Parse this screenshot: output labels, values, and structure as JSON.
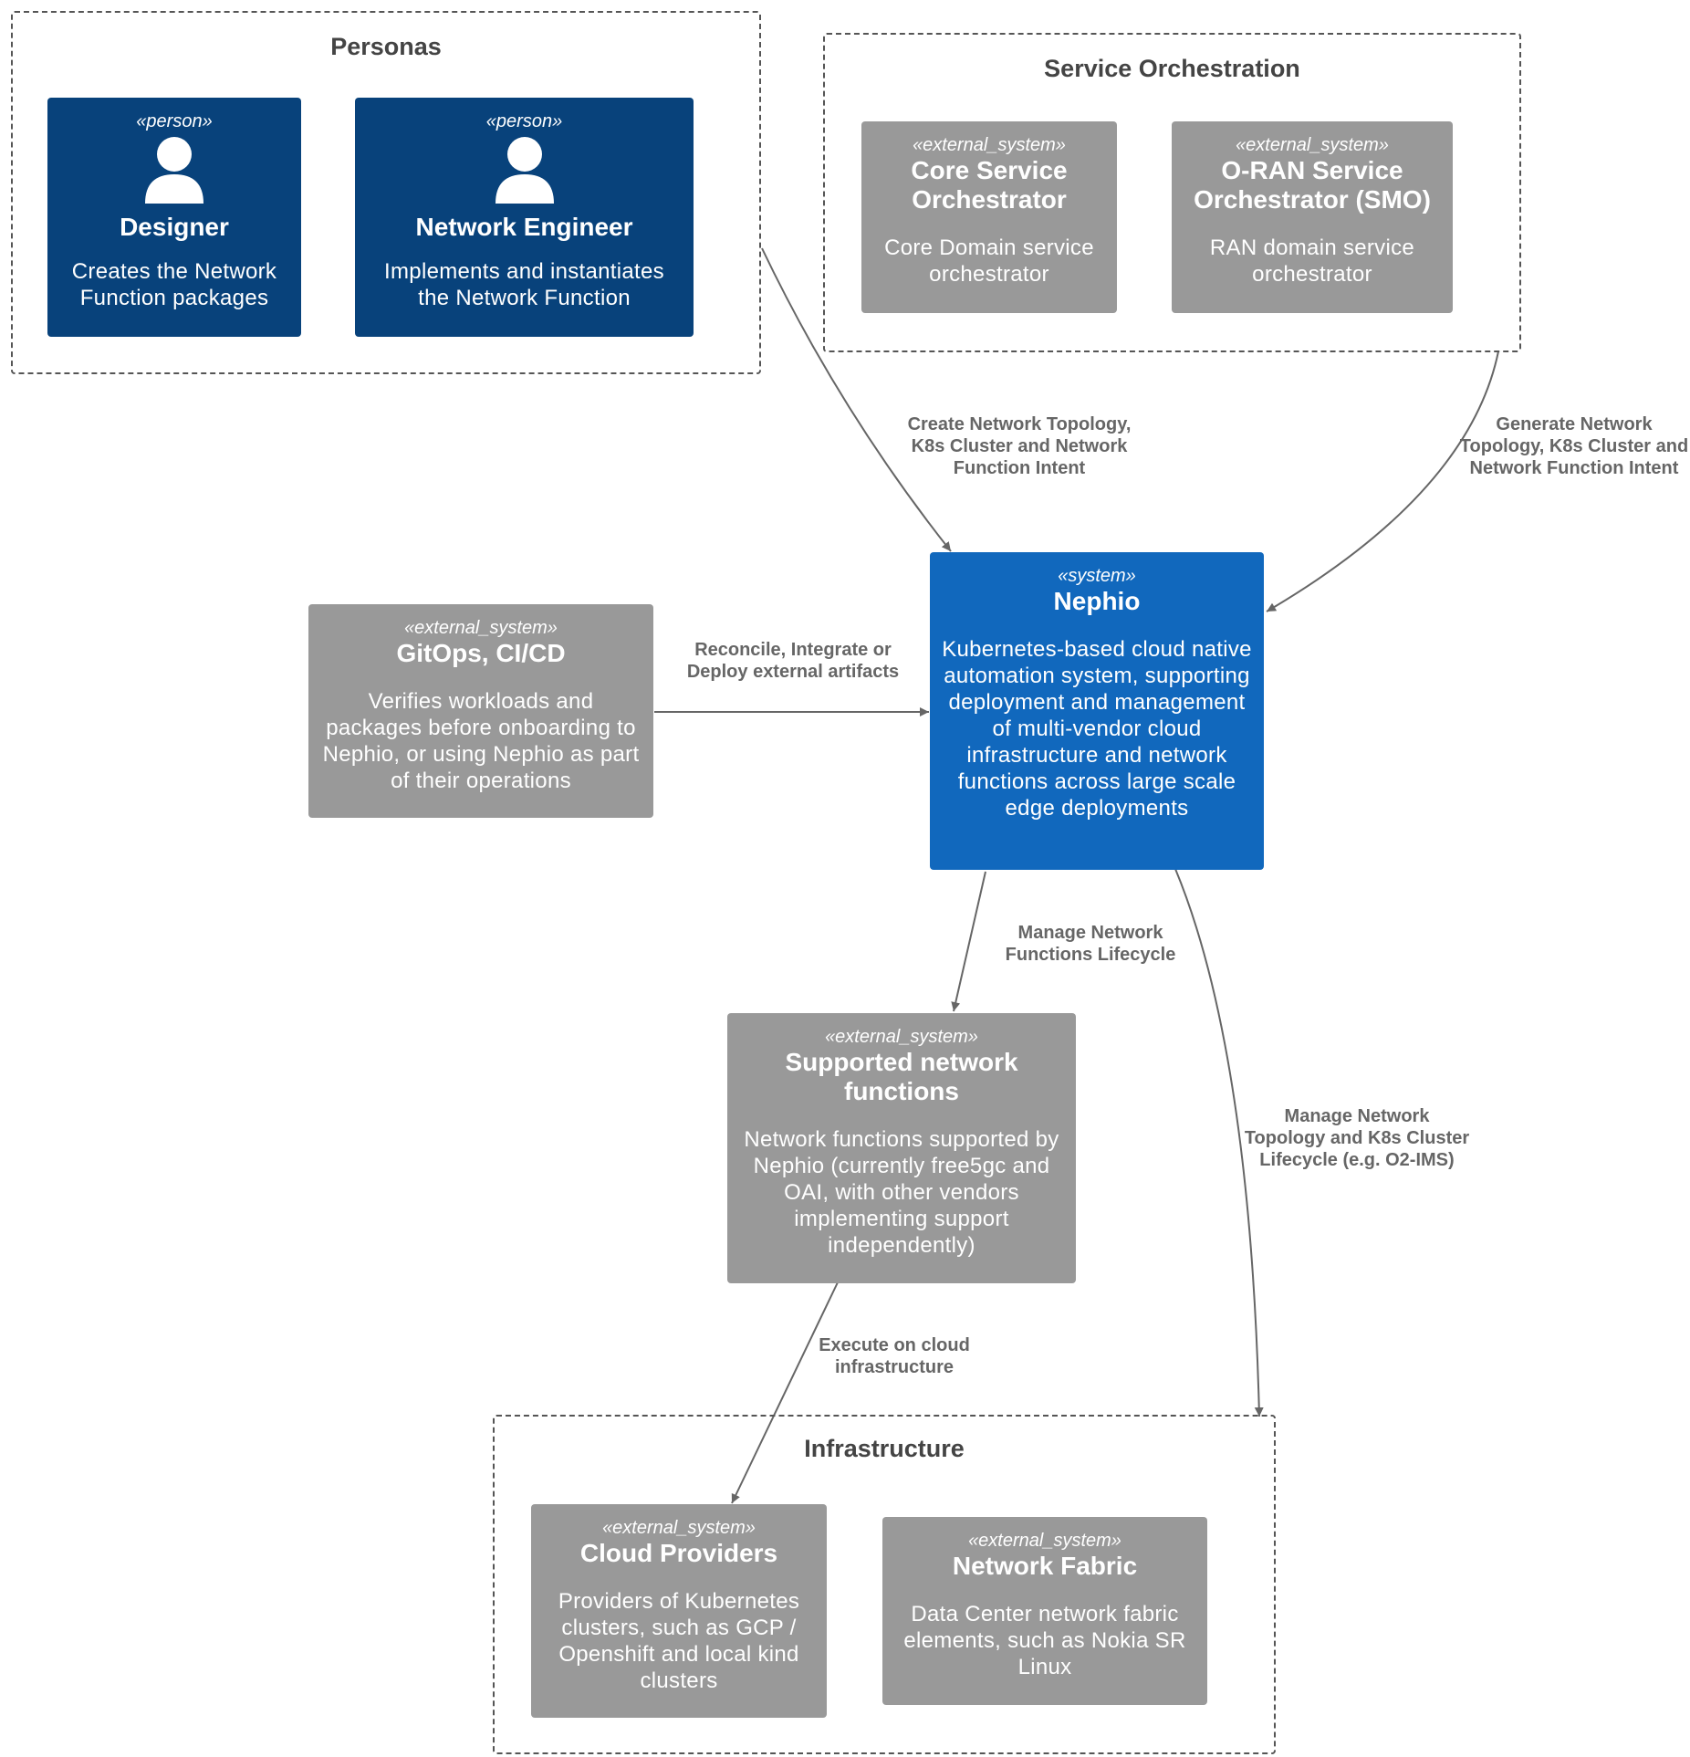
{
  "boundaries": {
    "personas": "Personas",
    "service_orchestration": "Service Orchestration",
    "infrastructure": "Infrastructure"
  },
  "nodes": {
    "designer": {
      "stereotype": "«person»",
      "title": "Designer",
      "description": "Creates the Network Function packages"
    },
    "network_engineer": {
      "stereotype": "«person»",
      "title": "Network Engineer",
      "description": "Implements and instantiates the Network Function"
    },
    "core_so": {
      "stereotype": "«external_system»",
      "title": "Core Service Orchestrator",
      "description": "Core Domain service orchestrator"
    },
    "oran_smo": {
      "stereotype": "«external_system»",
      "title": "O-RAN Service Orchestrator (SMO)",
      "description": "RAN domain service orchestrator"
    },
    "gitops": {
      "stereotype": "«external_system»",
      "title": "GitOps, CI/CD",
      "description": "Verifies workloads and packages before onboarding to Nephio, or using Nephio as part of their operations"
    },
    "nephio": {
      "stereotype": "«system»",
      "title": "Nephio",
      "description": "Kubernetes-based cloud native automation system, supporting deployment and management of multi-vendor cloud infrastructure and network functions across large scale edge deployments"
    },
    "supported_nf": {
      "stereotype": "«external_system»",
      "title": "Supported network functions",
      "description": "Network functions supported by Nephio (currently free5gc and OAI, with other vendors implementing support independently)"
    },
    "cloud_providers": {
      "stereotype": "«external_system»",
      "title": "Cloud Providers",
      "description": "Providers of Kubernetes clusters, such as GCP / Openshift and local kind clusters"
    },
    "network_fabric": {
      "stereotype": "«external_system»",
      "title": "Network Fabric",
      "description": "Data Center network fabric elements, such as Nokia SR Linux"
    }
  },
  "edges": {
    "personas_to_nephio": "Create Network Topology, K8s Cluster and Network Function Intent",
    "so_to_nephio": "Generate Network Topology, K8s Cluster and Network Function Intent",
    "gitops_to_nephio": "Reconcile, Integrate or Deploy external artifacts",
    "nephio_to_nf": "Manage Network Functions Lifecycle",
    "nephio_to_infra": "Manage Network Topology and K8s Cluster Lifecycle (e.g. O2-IMS)",
    "nf_to_cloud": "Execute on cloud infrastructure"
  },
  "colors": {
    "person": "#08427b",
    "system": "#1168bd",
    "external_system": "#999999",
    "edge": "#666666"
  },
  "icons": {
    "person": "person-icon"
  }
}
